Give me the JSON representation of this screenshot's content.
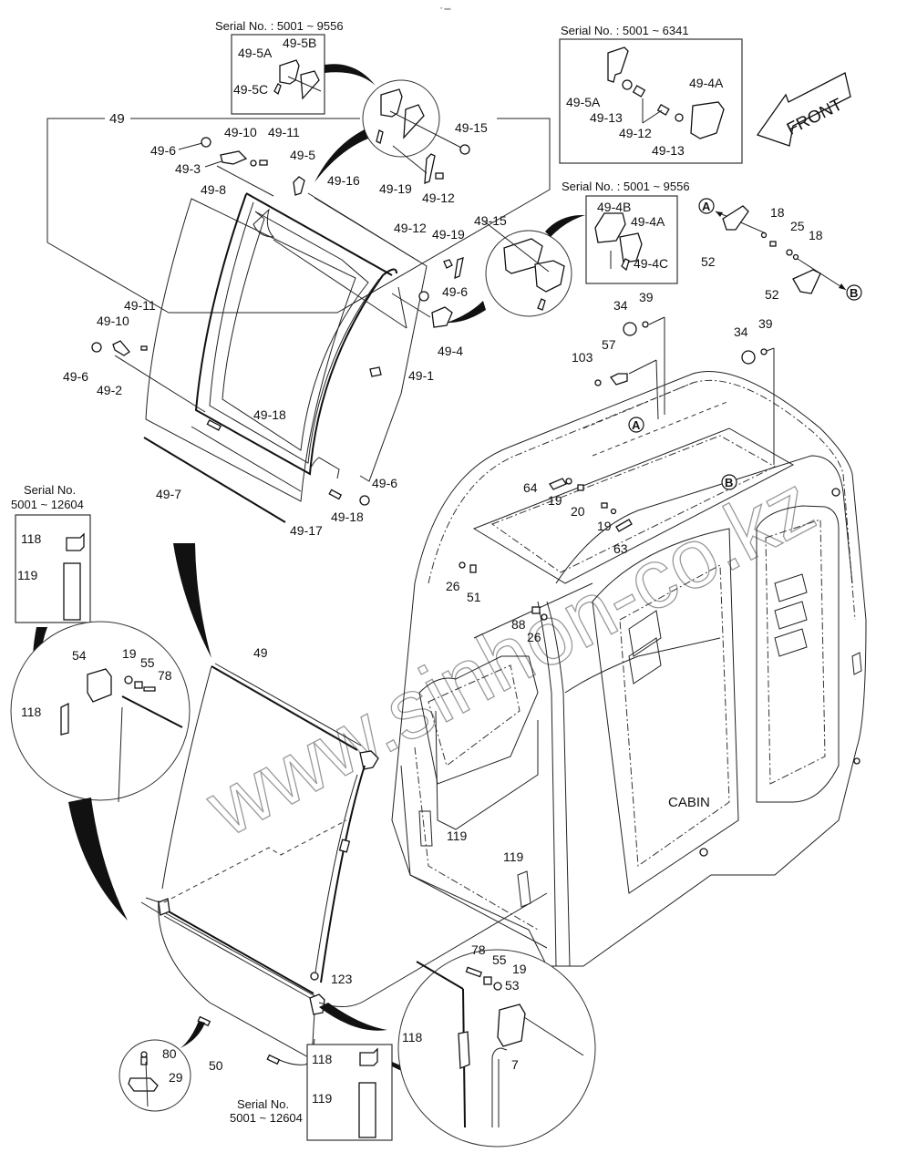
{
  "header_mark": "▪ ▬",
  "assembly_name": "CABIN",
  "front_arrow_label": "FRONT",
  "watermark": "www.sinhon-co.kz",
  "serial_notes": {
    "top_left_inset": "Serial No. : 5001 ~ 9556",
    "top_right_inset": "Serial No. : 5001 ~ 6341",
    "mid_right_inset": "Serial No. : 5001 ~ 9556",
    "left_inset_line1": "Serial No.",
    "left_inset_line2": "5001 ~ 12604",
    "bottom_inset_line1": "Serial No.",
    "bottom_inset_line2": "5001 ~ 12604"
  },
  "reference_markers": [
    "A",
    "B"
  ],
  "callouts": {
    "c49_main": "49",
    "c49_5A_a": "49-5A",
    "c49_5B": "49-5B",
    "c49_5C": "49-5C",
    "c49_6_a": "49-6",
    "c49_3": "49-3",
    "c49_10_a": "49-10",
    "c49_11_a": "49-11",
    "c49_5": "49-5",
    "c49_16": "49-16",
    "c49_8": "49-8",
    "c49_15_a": "49-15",
    "c49_19_a": "49-19",
    "c49_12_a": "49-12",
    "c49_12_b": "49-12",
    "c49_19_b": "49-19",
    "c49_15_b": "49-15",
    "c49_6_b": "49-6",
    "c49_4": "49-4",
    "c49_1": "49-1",
    "c49_11_b": "49-11",
    "c49_10_b": "49-10",
    "c49_6_c": "49-6",
    "c49_2": "49-2",
    "c49_18_a": "49-18",
    "c49_7": "49-7",
    "c49_17": "49-17",
    "c49_18_b": "49-18",
    "c49_6_d": "49-6",
    "c49_5A_b": "49-5A",
    "c49_13_a": "49-13",
    "c49_12_c": "49-12",
    "c49_13_b": "49-13",
    "c49_4A_a": "49-4A",
    "c49_4B": "49-4B",
    "c49_4A_b": "49-4A",
    "c49_4C": "49-4C",
    "c18_a": "18",
    "c25": "25",
    "c18_b": "18",
    "c52_a": "52",
    "c52_b": "52",
    "c34_a": "34",
    "c39_a": "39",
    "c34_b": "34",
    "c39_b": "39",
    "c57": "57",
    "c103": "103",
    "c64": "64",
    "c19_a": "19",
    "c20": "20",
    "c19_b": "19",
    "c63": "63",
    "c26_a": "26",
    "c51": "51",
    "c88": "88",
    "c26_b": "26",
    "c118_a": "118",
    "c119_a": "119",
    "c54": "54",
    "c19_c": "19",
    "c55_a": "55",
    "c78_a": "78",
    "c118_b": "118",
    "c49_door": "49",
    "c119_b": "119",
    "c119_c": "119",
    "c123": "123",
    "c50": "50",
    "c80": "80",
    "c29": "29",
    "c78_b": "78",
    "c55_b": "55",
    "c19_d": "19",
    "c53": "53",
    "c118_c": "118",
    "c7": "7",
    "c118_d": "118",
    "c119_d": "119"
  }
}
